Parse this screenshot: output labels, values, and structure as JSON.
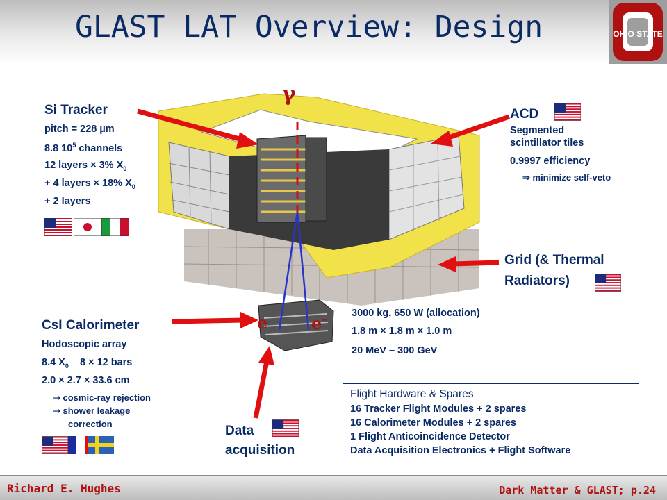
{
  "header": {
    "title": "GLAST LAT Overview: Design"
  },
  "logo": {
    "icon": "ohio-state-block-o-icon",
    "text": "OHIO STATE",
    "color": "#b01010"
  },
  "tracker": {
    "title": "Si Tracker",
    "lines": [
      "pitch = 228 µm",
      "8.8 10",
      "5",
      " channels",
      "12 layers × 3% X",
      "0",
      "+ 4 layers × 18% X",
      "0",
      "+ 2 layers"
    ],
    "flags": [
      "usa-flag-icon",
      "japan-flag-icon",
      "italy-flag-icon"
    ]
  },
  "acd": {
    "title": "ACD",
    "line1": "Segmented",
    "line2": "scintillator tiles",
    "line3": "0.9997 efficiency",
    "line4": "⇒  minimize self-veto",
    "flag": "usa-flag-icon"
  },
  "grid": {
    "line1": "Grid (& Thermal",
    "line2": "Radiators)",
    "flag": "usa-flag-icon"
  },
  "specs": {
    "line1": "3000 kg,  650 W (allocation)",
    "line2": "1.8 m  × 1.8 m  × 1.0 m",
    "line3": "20 MeV – 300 GeV"
  },
  "calorimeter": {
    "title": "CsI Calorimeter",
    "line1": "Hodoscopic array",
    "line2a": "8.4 X",
    "line2sub": "0",
    "line2b": "    8 × 12 bars",
    "line3": "2.0 × 2.7 × 33.6 cm",
    "line4": "⇒ cosmic-ray rejection",
    "line5": "⇒ shower leakage",
    "line6": "correction",
    "flags": [
      "usa-flag-icon",
      "france-flag-icon",
      "sweden-flag-icon"
    ]
  },
  "daq": {
    "line1": "Data",
    "line2": "acquisition",
    "flag": "usa-flag-icon"
  },
  "diagram": {
    "gamma": "γ",
    "e_left": "e",
    "e_right": "e",
    "e_right_sup": "–"
  },
  "hardware": {
    "title": "Flight Hardware & Spares",
    "items": [
      "16 Tracker Flight Modules + 2 spares",
      "16 Calorimeter Modules + 2 spares",
      "1 Flight Anticoincidence Detector",
      "Data Acquisition Electronics + Flight Software"
    ]
  },
  "footer": {
    "author": "Richard E. Hughes",
    "page": "Dark Matter & GLAST; p.24"
  },
  "colors": {
    "accent": "#b01010",
    "text": "#0a2a66",
    "acd_yellow": "#f2e24a"
  }
}
